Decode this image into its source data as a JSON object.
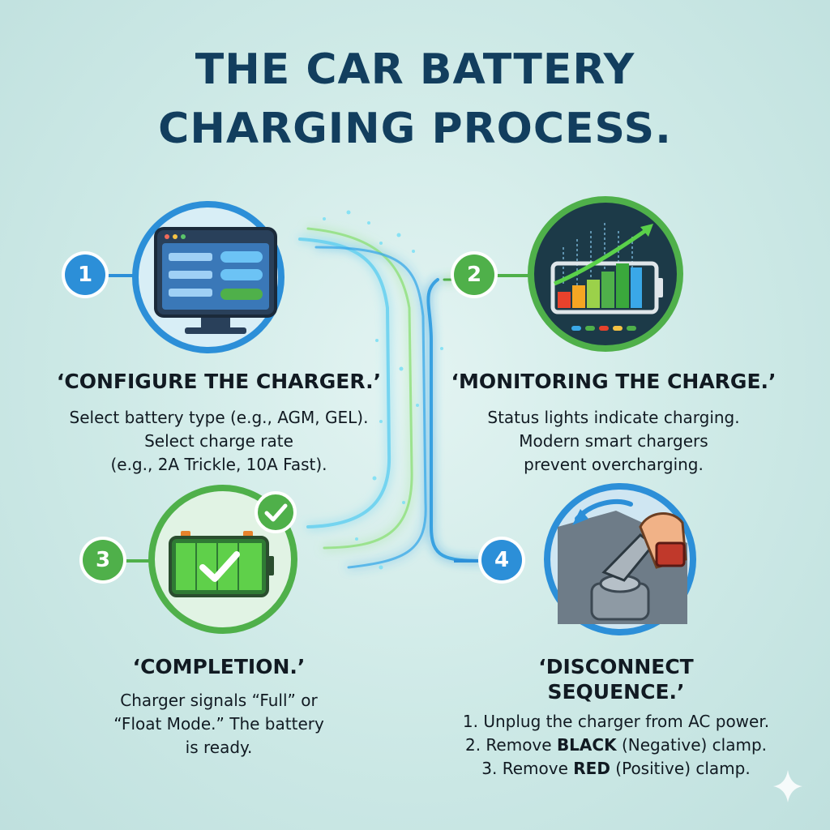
{
  "title": {
    "line1": "THE CAR BATTERY",
    "line2": "CHARGING PROCESS."
  },
  "colors": {
    "blue": "#2c8fd8",
    "green": "#4fb04a",
    "navy": "#123e5e",
    "background": "#d6eeeb"
  },
  "steps": [
    {
      "number": "1",
      "icon": "monitor-icon",
      "title": "‘CONFIGURE THE CHARGER.’",
      "lines": [
        "Select battery type (e.g., AGM, GEL).",
        "Select charge rate",
        "(e.g., 2A Trickle, 10A Fast)."
      ]
    },
    {
      "number": "2",
      "icon": "charging-chart-icon",
      "title": "‘MONITORING THE CHARGE.’",
      "lines": [
        "Status lights indicate charging.",
        "Modern smart chargers",
        "prevent overcharging."
      ]
    },
    {
      "number": "3",
      "icon": "full-battery-icon",
      "title": "‘COMPLETION.’",
      "lines": [
        "Charger signals “Full” or",
        "“Float Mode.” The battery",
        "is ready."
      ]
    },
    {
      "number": "4",
      "icon": "clamp-hand-icon",
      "title_lines": [
        "‘DISCONNECT",
        "SEQUENCE.’"
      ],
      "items": [
        {
          "prefix": "1. Unplug the charger from AC power.",
          "bold": "",
          "suffix": ""
        },
        {
          "prefix": "2. Remove ",
          "bold": "BLACK",
          "suffix": " (Negative) clamp."
        },
        {
          "prefix": "3. Remove ",
          "bold": "RED",
          "suffix": " (Positive) clamp."
        }
      ]
    }
  ]
}
